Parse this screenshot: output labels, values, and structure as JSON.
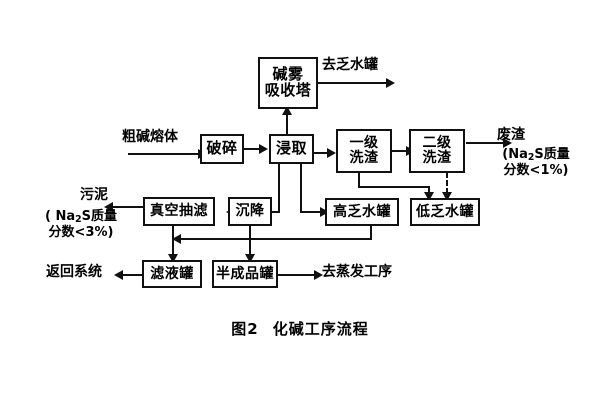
{
  "figure": {
    "caption_number": "图2",
    "caption_title": "化碱工序流程",
    "type": "process-flow-diagram",
    "language": "zh-CN",
    "line_color": "#111111",
    "background_color": "#ffffff"
  },
  "nodes": {
    "alkali_mist_tower": {
      "line1": "碱雾",
      "line2": "吸收塔"
    },
    "crushing": {
      "line1": "破碎"
    },
    "leaching": {
      "line1": "浸取"
    },
    "wash1": {
      "line1": "一级",
      "line2": "洗渣"
    },
    "wash2": {
      "line1": "二级",
      "line2": "洗渣"
    },
    "vacuum_filter": {
      "line1": "真空抽滤"
    },
    "settling": {
      "line1": "沉降"
    },
    "high_spent_tank": {
      "line1": "高乏水罐"
    },
    "low_spent_tank": {
      "line1": "低乏水罐"
    },
    "filtrate_tank": {
      "line1": "滤液罐"
    },
    "semi_product_tank": {
      "line1": "半成品罐"
    }
  },
  "labels": {
    "feed_crude_melt": "粗碱熔体",
    "to_spent_water_tank": "去乏水罐",
    "waste_residue": "废渣",
    "waste_residue_spec_l1": "(Na",
    "waste_residue_spec_sub": "2",
    "waste_residue_spec_l2": "S质量",
    "waste_residue_spec_l3": "分数<1%)",
    "sludge": "污泥",
    "sludge_spec_l1": "( Na",
    "sludge_spec_sub": "2",
    "sludge_spec_l2": "S质量",
    "sludge_spec_l3": "分数<3%)",
    "return_to_system": "返回系统",
    "to_evaporation": "去蒸发工序"
  },
  "chart_data": {
    "type": "diagram",
    "title": "图2  化碱工序流程",
    "nodes": [
      {
        "id": "crude_melt",
        "label": "粗碱熔体",
        "kind": "input-label"
      },
      {
        "id": "crushing",
        "label": "破碎",
        "kind": "process"
      },
      {
        "id": "leaching",
        "label": "浸取",
        "kind": "process"
      },
      {
        "id": "alkali_mist_tower",
        "label": "碱雾吸收塔",
        "kind": "process"
      },
      {
        "id": "wash1",
        "label": "一级洗渣",
        "kind": "process"
      },
      {
        "id": "wash2",
        "label": "二级洗渣",
        "kind": "process"
      },
      {
        "id": "settling",
        "label": "沉降",
        "kind": "process"
      },
      {
        "id": "vacuum_filter",
        "label": "真空抽滤",
        "kind": "process"
      },
      {
        "id": "high_spent_tank",
        "label": "高乏水罐",
        "kind": "tank"
      },
      {
        "id": "low_spent_tank",
        "label": "低乏水罐",
        "kind": "tank"
      },
      {
        "id": "filtrate_tank",
        "label": "滤液罐",
        "kind": "tank"
      },
      {
        "id": "semi_product_tank",
        "label": "半成品罐",
        "kind": "tank"
      },
      {
        "id": "to_spent_water",
        "label": "去乏水罐",
        "kind": "output-label"
      },
      {
        "id": "waste_residue",
        "label": "废渣 (Na2S质量分数<1%)",
        "kind": "output-label"
      },
      {
        "id": "sludge",
        "label": "污泥 (Na2S质量分数<3%)",
        "kind": "output-label"
      },
      {
        "id": "return_system",
        "label": "返回系统",
        "kind": "output-label"
      },
      {
        "id": "to_evaporation",
        "label": "去蒸发工序",
        "kind": "output-label"
      }
    ],
    "edges": [
      {
        "from": "crude_melt",
        "to": "crushing",
        "style": "solid"
      },
      {
        "from": "crushing",
        "to": "leaching",
        "style": "solid"
      },
      {
        "from": "leaching",
        "to": "alkali_mist_tower",
        "style": "solid"
      },
      {
        "from": "alkali_mist_tower",
        "to": "to_spent_water",
        "style": "solid"
      },
      {
        "from": "leaching",
        "to": "wash1",
        "style": "solid"
      },
      {
        "from": "wash1",
        "to": "wash2",
        "style": "solid"
      },
      {
        "from": "wash2",
        "to": "waste_residue",
        "style": "solid"
      },
      {
        "from": "wash1",
        "to": "low_spent_tank",
        "style": "solid"
      },
      {
        "from": "wash2",
        "to": "low_spent_tank",
        "style": "dashed"
      },
      {
        "from": "leaching",
        "to": "settling",
        "style": "solid"
      },
      {
        "from": "leaching",
        "to": "high_spent_tank",
        "style": "solid"
      },
      {
        "from": "settling",
        "to": "vacuum_filter",
        "style": "solid"
      },
      {
        "from": "vacuum_filter",
        "to": "sludge",
        "style": "solid"
      },
      {
        "from": "vacuum_filter",
        "to": "filtrate_tank",
        "style": "solid"
      },
      {
        "from": "settling",
        "to": "semi_product_tank",
        "style": "solid"
      },
      {
        "from": "high_spent_tank",
        "to": "filtrate_tank",
        "style": "solid"
      },
      {
        "from": "filtrate_tank",
        "to": "return_system",
        "style": "solid"
      },
      {
        "from": "semi_product_tank",
        "to": "to_evaporation",
        "style": "solid"
      }
    ]
  }
}
